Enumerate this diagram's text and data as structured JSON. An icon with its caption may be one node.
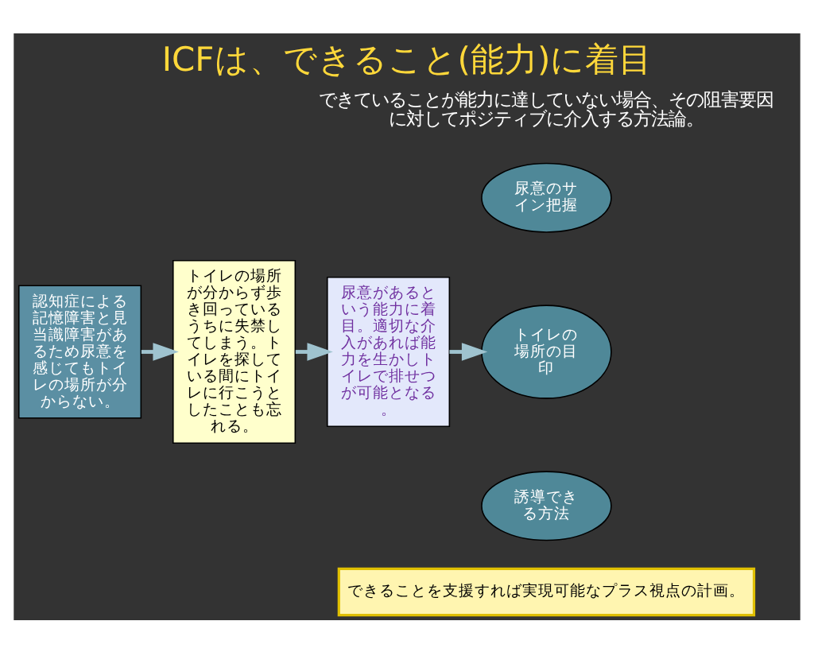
{
  "diagram": {
    "title": "ICFは、できること(能力)に着目",
    "nodes": [
      {
        "text": [
          "認知症による記憶障害と見当識障害があるため尿意を感じてもトイレの場所が分からない。"
        ]
      },
      {
        "text": [
          "トイレの場所が分からず歩き回っているうちに失禁してしまう。トイレを探している間にトイレに行こうとしたことも忘れる。"
        ]
      },
      {
        "text": [
          "尿意があるという能力に着目。適切な介入があれば能力を生かしトイレで排せつが可能となる。"
        ]
      },
      {
        "text": [
          "尿意のサイン把握"
        ]
      },
      {
        "text": [
          "トイレの場所の目印"
        ]
      },
      {
        "text": [
          "誘導できる方法"
        ]
      },
      {
        "text": [
          "できることを支援すれば実現可能なプラス視点の計画。"
        ]
      }
    ],
    "edges": [
      {
        "from": 0,
        "to": 1,
        "arrow": "to"
      },
      {
        "from": 1,
        "to": 2,
        "arrow": "to"
      },
      {
        "from": 2,
        "to": 4,
        "arrow": "to"
      }
    ],
    "labels": [
      "できていることが能力に達していない場合、その阻害要因に対してポジティブに介入する方法論。"
    ]
  }
}
